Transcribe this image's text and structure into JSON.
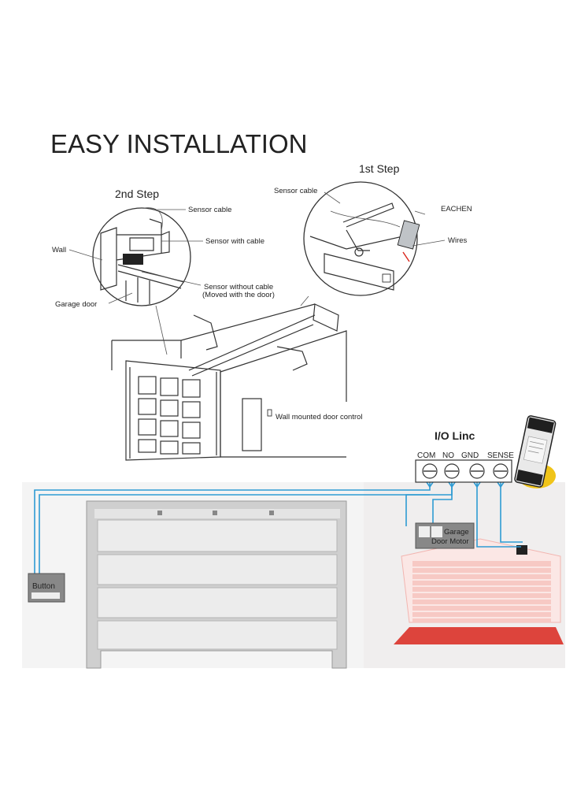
{
  "title": "EASY INSTALLATION",
  "steps": {
    "first": {
      "heading": "1st Step",
      "labels": {
        "sensor_cable": "Sensor cable",
        "eachen": "EACHEN",
        "wires": "Wires"
      }
    },
    "second": {
      "heading": "2nd Step",
      "labels": {
        "sensor_cable": "Sensor cable",
        "wall": "Wall",
        "sensor_with_cable": "Sensor with cable",
        "garage_door": "Garage door",
        "sensor_without_cable": "Sensor without cable",
        "moved_with_door": "(Moved with the door)"
      }
    }
  },
  "garage_scene": {
    "wall_control_label": "Wall mounted door control"
  },
  "wiring": {
    "module_title": "I/O Linc",
    "terminals": [
      "COM",
      "NO",
      "GND",
      "SENSE"
    ],
    "button_label": "Button",
    "motor_label_line1": "Garage",
    "motor_label_line2": "Door Motor"
  },
  "colors": {
    "wire": "#2e9bd3",
    "warning_red": "#d9261c",
    "beam_red": "#f3a6a0",
    "module_yellow": "#f0c419"
  }
}
